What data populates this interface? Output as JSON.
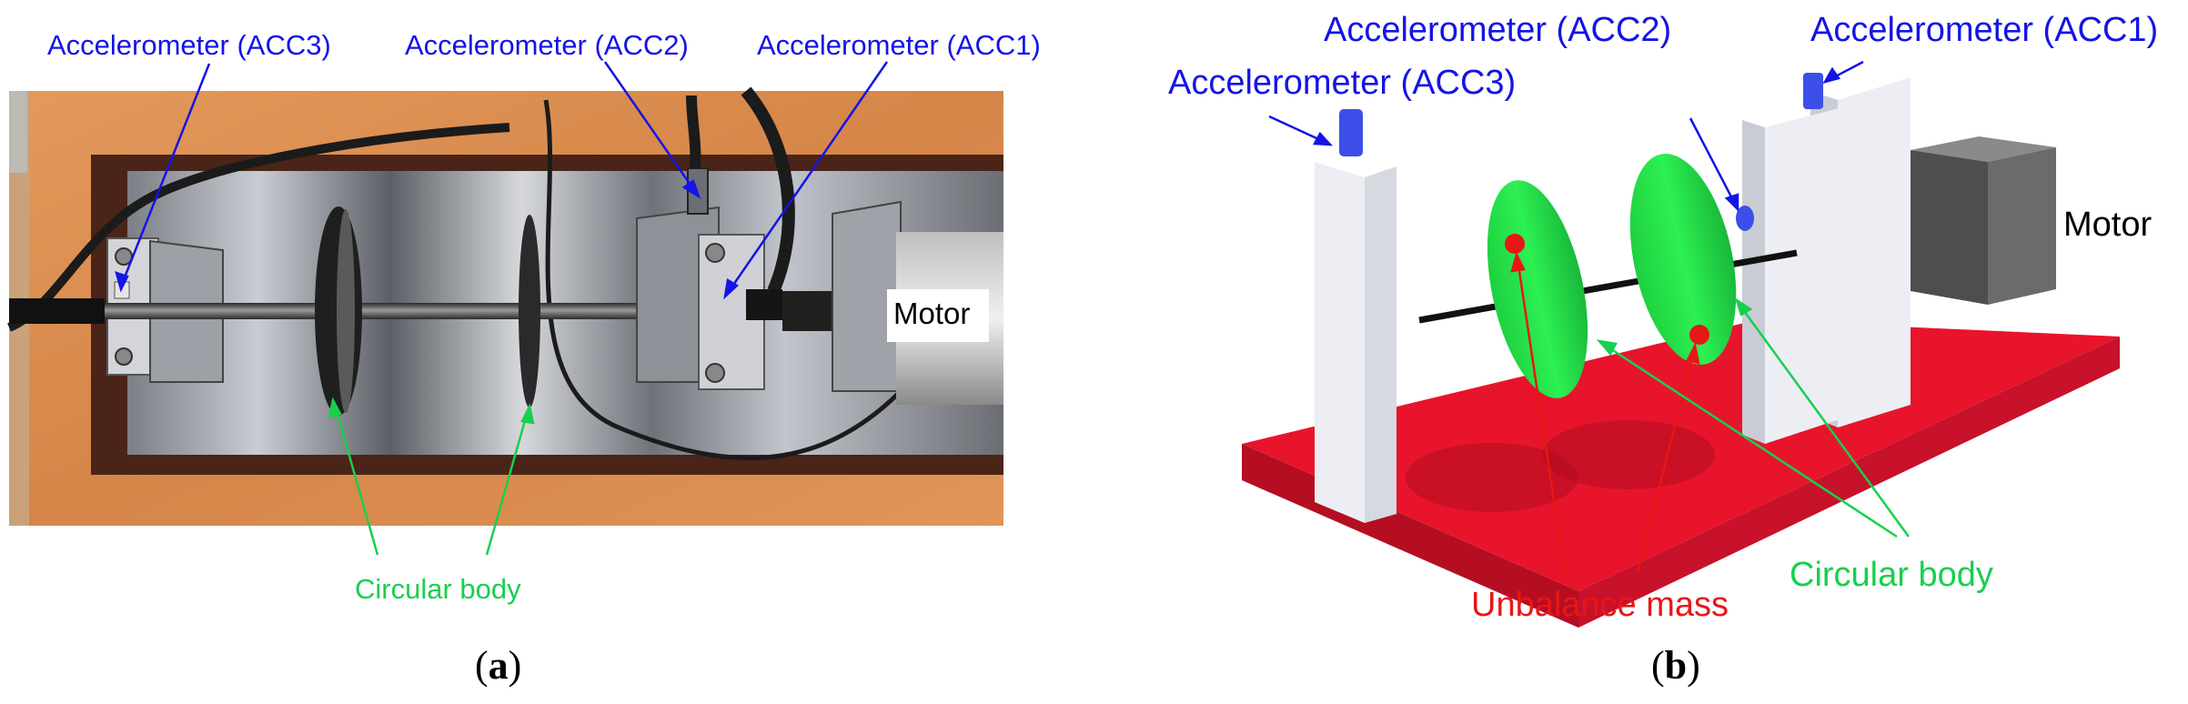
{
  "panel_a": {
    "labels": {
      "acc3": "Accelerometer (ACC3)",
      "acc2": "Accelerometer (ACC2)",
      "acc1": "Accelerometer (ACC1)",
      "motor": "Motor",
      "circular_body": "Circular body"
    },
    "caption_open": "(",
    "caption_letter": "a",
    "caption_close": ")"
  },
  "panel_b": {
    "labels": {
      "acc3": "Accelerometer (ACC3)",
      "acc2": "Accelerometer (ACC2)",
      "acc1": "Accelerometer (ACC1)",
      "motor": "Motor",
      "unbalance_mass": "Unbalance mass",
      "circular_body": "Circular body"
    },
    "caption_open": "(",
    "caption_letter": "b",
    "caption_close": ")"
  },
  "colors": {
    "label_blue": "#1414e6",
    "label_green": "#19cf4f",
    "label_red": "#e81616",
    "base_red": "#e8142c",
    "disk_green": "#22e845",
    "support_white": "#eef0f5",
    "motor_gray": "#5a5a5a",
    "sensor_blue": "#3b4fe8",
    "table_wood": "#d98a4e"
  }
}
